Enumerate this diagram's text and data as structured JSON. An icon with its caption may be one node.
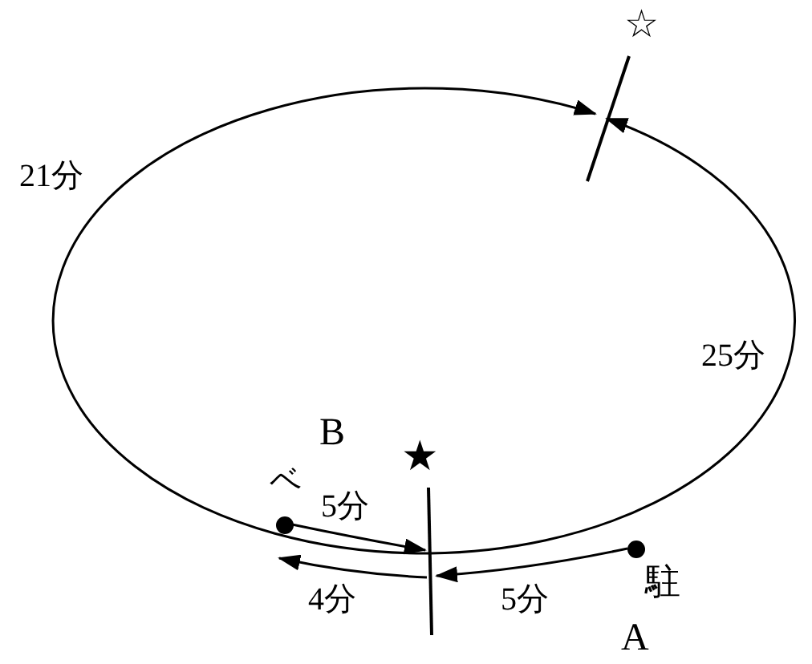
{
  "diagram": {
    "nodes": [
      {
        "text": [],
        "shape": "bar",
        "beside": [
          "☆"
        ]
      },
      {
        "text": [],
        "shape": "bar",
        "beside": [
          "★"
        ]
      },
      {
        "text": [],
        "shape": "circle",
        "beside": [
          "ベ",
          "B"
        ]
      },
      {
        "text": [],
        "shape": "circle",
        "beside": [
          "駐",
          "A"
        ]
      }
    ],
    "edges": [
      {
        "from": 1,
        "to": 0,
        "arrow": "to",
        "label": "21分"
      },
      {
        "from": 1,
        "to": 0,
        "arrow": "to",
        "label": "25分"
      },
      {
        "from": 2,
        "to": 1,
        "arrow": "to",
        "label": "5分"
      },
      {
        "from": 3,
        "to": 1,
        "arrow": "to",
        "label": "5分"
      },
      {
        "from": 1,
        "to": 2,
        "arrow": "to",
        "label": "4分"
      }
    ]
  }
}
